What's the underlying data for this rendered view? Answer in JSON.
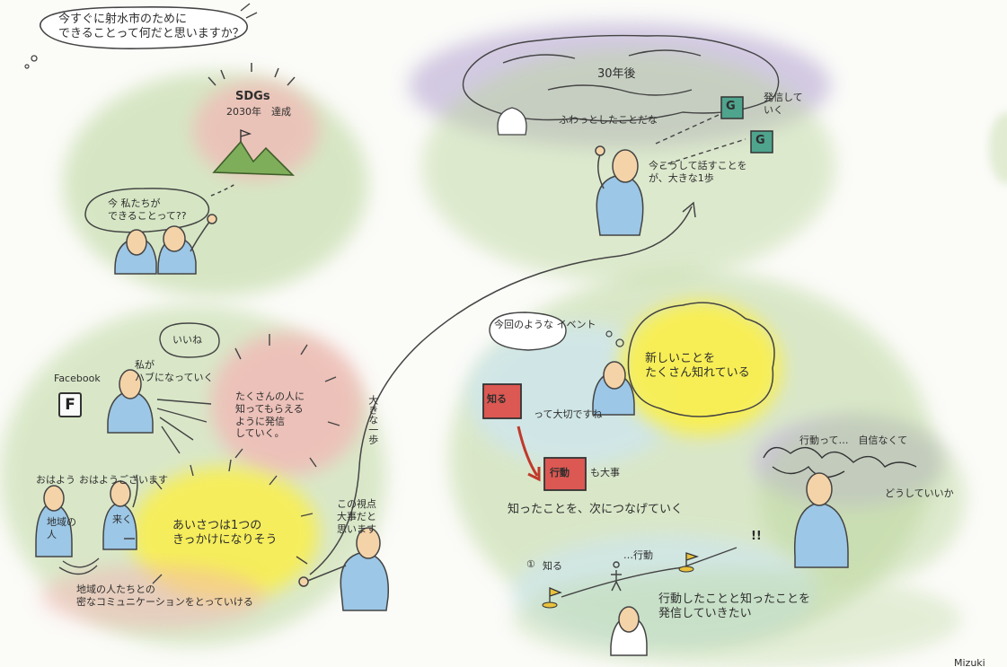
{
  "scene": {
    "question_bubble": "今すぐに射水市のために\nできることって何だと思いますか？",
    "sdgs": {
      "title": "SDGs",
      "subtitle": "2030年　達成"
    },
    "we_can_do": "今 私たちが\nできることって??",
    "years_30": "30年後",
    "fuwatto": "ふわっとしたことだな",
    "goal_label": "G",
    "hasshin": "発信して\nいく",
    "today_step": "今こうして話すことを\nが、大きな1歩",
    "iine": "いいね",
    "my_network": "私が\nハブになっていく",
    "facebook_text": "Facebook",
    "facebook_icon_letter": "F",
    "spread_to_many": "たくさんの人に\n知ってもらえる\nように発信\nしていく。",
    "ohayou": "おはよう",
    "chiiki_no_hito": "地域の\n人",
    "ohayougozaimasu": "おはようございます",
    "child_reply": "来く",
    "aisatsu": "あいさつは1つの\nきっかけになりそう",
    "community_comm": "地域の人たちとの\n密なコミュニケーションをとっていける",
    "viewpoint": "この視点\n大事だと\n思います",
    "big_step_vertical": "大きな一歩",
    "event_like_this": "今回のような\nイベント",
    "shiru": "知る",
    "is_important": "って大切ですね",
    "learned_many": "新しいことを\nたくさん知れている",
    "koudou": "行動",
    "mo_daiji": "も大事",
    "tsunageteku": "知ったことを、次につなげていく",
    "koudou_doubt": "行動って…　自信なくて",
    "doushitara": "どうしていいか",
    "step_one_num": "①",
    "step_know": "知る",
    "step_act": "…行動",
    "exclaim": "!!",
    "final_statement": "行動したことと知ったことを\n発信していきたい",
    "signature": "Mizuki"
  },
  "colors": {
    "wash_green": "#b9d59a",
    "wash_purple": "#c9bedd",
    "wash_pink": "#f3b5b4",
    "wash_yellow": "#fbef4a",
    "wash_blue": "#cfe6ee",
    "figure_blue": "#9cc7e6",
    "skin": "#f4d3a8",
    "red_box": "#dc5852",
    "mountain_green": "#7fae5a",
    "goal_teal": "#4fa48d",
    "flag_yellow": "#e9c23d"
  }
}
